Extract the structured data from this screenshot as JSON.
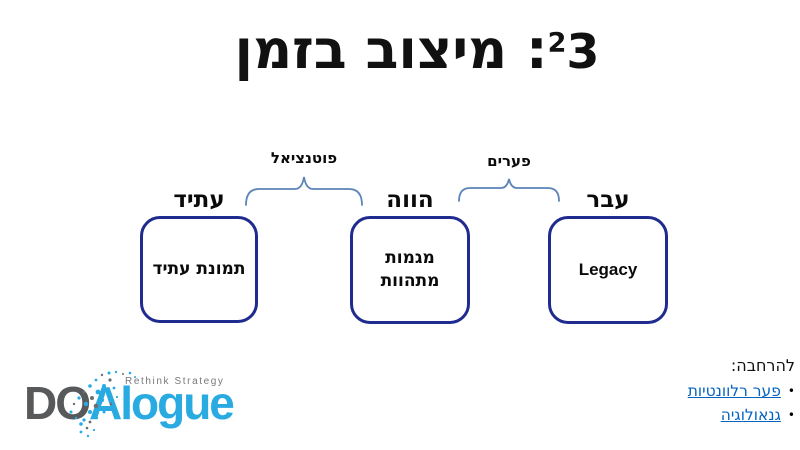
{
  "title": {
    "sup": "2",
    "num": "3",
    "rest": ": מיצוב בזמן"
  },
  "timeline": {
    "columns": [
      {
        "id": "future",
        "label": "עתיד",
        "box_text": "תמונת עתיד"
      },
      {
        "id": "present",
        "label": "הווה",
        "box_lines": [
          "מגמות",
          "מתהוות"
        ]
      },
      {
        "id": "past",
        "label": "עבר",
        "box_text": "Legacy"
      }
    ],
    "braces": [
      {
        "label": "פוטנציאל"
      },
      {
        "label": "פערים"
      }
    ]
  },
  "footer": {
    "heading": "להרחבה:",
    "bullet": "•",
    "links": [
      {
        "label": "פער רלוונטיות"
      },
      {
        "label": "גנאולוגיה"
      }
    ]
  },
  "logo": {
    "part1": "DO",
    "part2": "Alogue",
    "tagline": "Rethink Strategy"
  },
  "colors": {
    "box_border": "#1f2b8e",
    "brace": "#5b84b8",
    "link": "#0563c1",
    "logo_gray": "#58595b",
    "logo_blue": "#29abe2",
    "tagline_gray": "#77787b",
    "text": "#000000"
  }
}
